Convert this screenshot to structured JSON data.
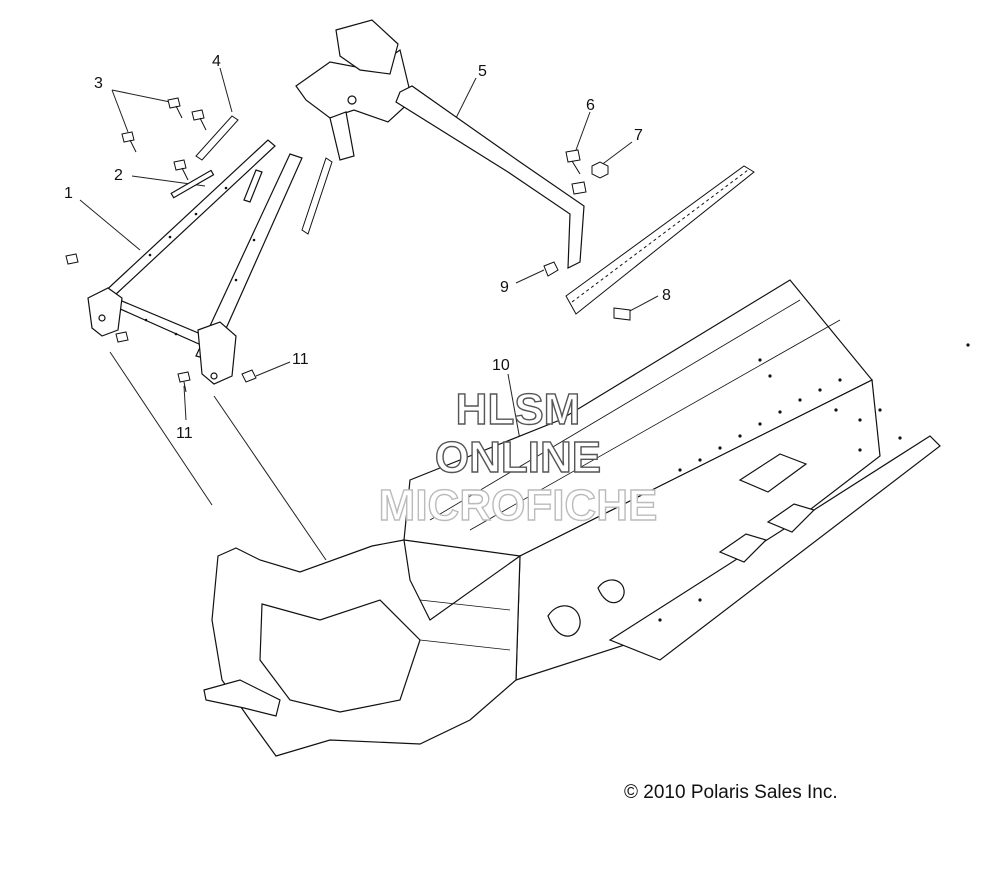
{
  "callouts": [
    "1",
    "2",
    "3",
    "4",
    "5",
    "6",
    "7",
    "8",
    "9",
    "10",
    "11",
    "11"
  ],
  "watermark": {
    "line1": "HLSM",
    "line2": "ONLINE",
    "line3": "MICROFICHE"
  },
  "copyright": "© 2010 Polaris Sales Inc."
}
